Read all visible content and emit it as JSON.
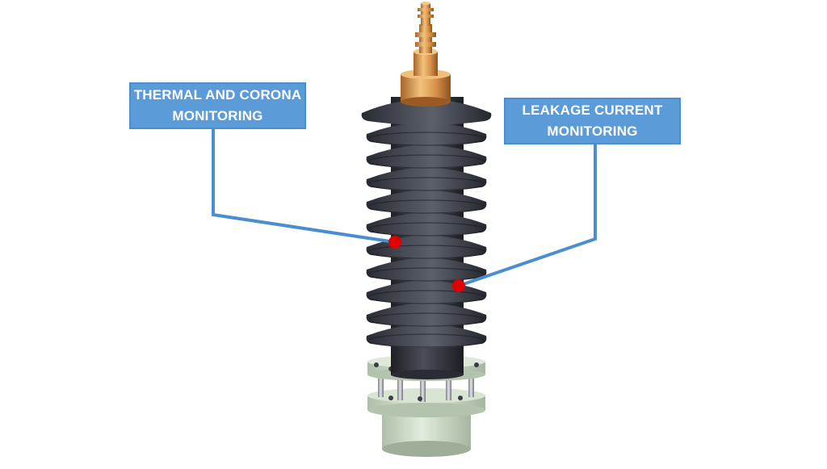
{
  "callouts": {
    "left": {
      "line1": "THERMAL AND CORONA",
      "line2": "MONITORING"
    },
    "right": {
      "line1": "LEAKAGE CURRENT",
      "line2": "MONITORING"
    }
  },
  "colors": {
    "callout_fill": "#5a9bd8",
    "leader_line": "#4a8ed0",
    "marker_point": "#e00000",
    "insulator_shed": "#3a3d45",
    "terminal_brass": "#d89a4a",
    "base_flange": "#cfdcc8"
  },
  "components": [
    "insulator-bushing",
    "brass-terminal",
    "porcelain-sheds",
    "mounting-flange",
    "base-cylinder"
  ]
}
